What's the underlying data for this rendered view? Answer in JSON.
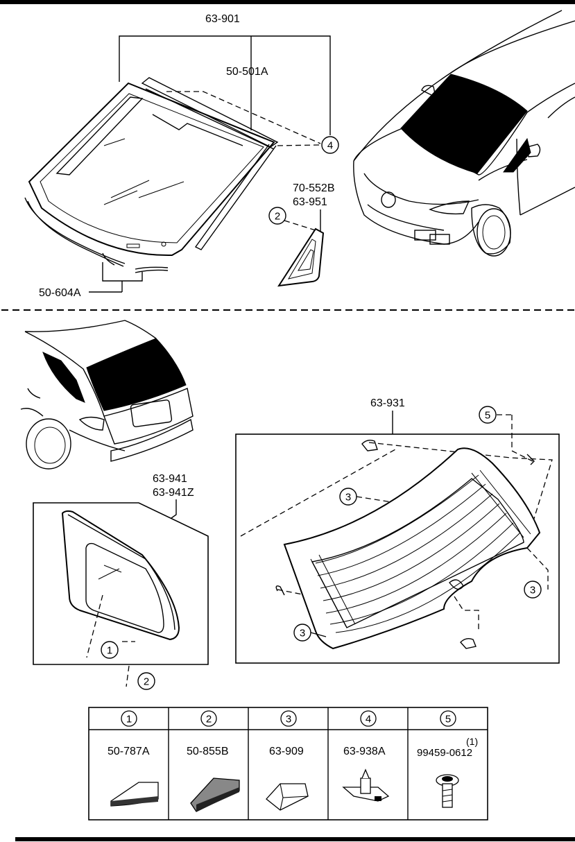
{
  "parts": {
    "windshield_assembly": "63-901",
    "windshield_molding": "50-501A",
    "lower_molding": "50-604A",
    "quarter_window_front": "70-552B",
    "quarter_window_front_glass": "63-951",
    "rear_quarter_glass": "63-941",
    "rear_quarter_glass_alt": "63-941Z",
    "back_door_glass": "63-931"
  },
  "callouts": [
    "1",
    "2",
    "3",
    "4",
    "5"
  ],
  "legend": [
    {
      "key": "1",
      "part": "50-787A",
      "qty": ""
    },
    {
      "key": "2",
      "part": "50-855B",
      "qty": ""
    },
    {
      "key": "3",
      "part": "63-909",
      "qty": ""
    },
    {
      "key": "4",
      "part": "63-938A",
      "qty": ""
    },
    {
      "key": "5",
      "part": "99459-0612",
      "qty": "(1)"
    }
  ]
}
